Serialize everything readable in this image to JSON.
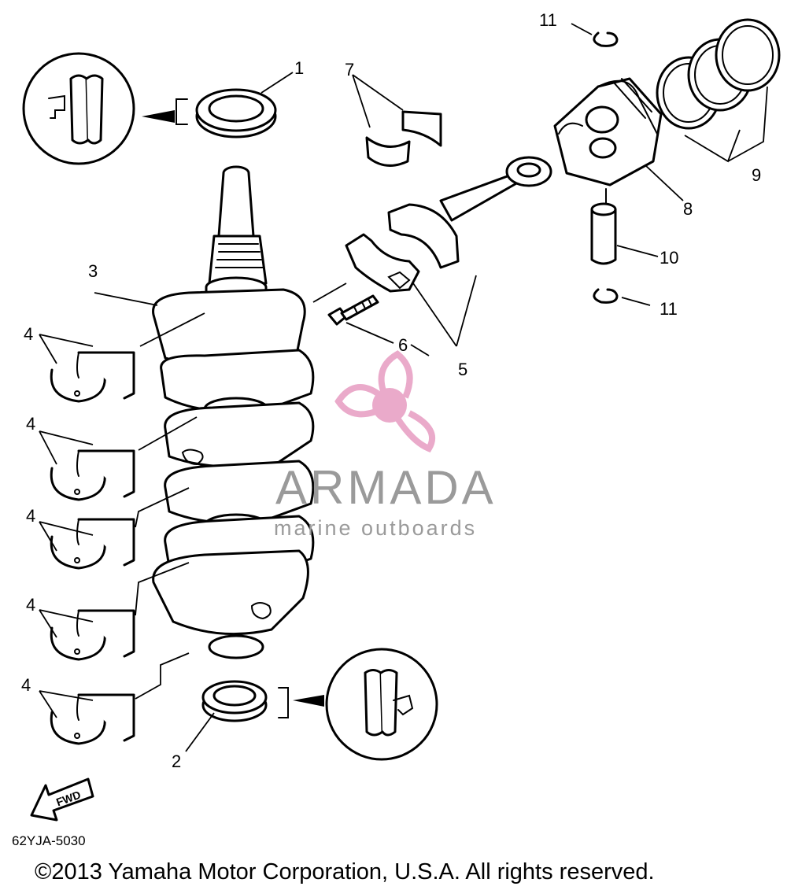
{
  "callouts": {
    "oil_seal_top": "1",
    "oil_seal_bottom": "2",
    "crankshaft": "3",
    "bearing": "4",
    "connecting_rod": "5",
    "bolt": "6",
    "rod_bearing": "7",
    "piston": "8",
    "piston_rings": "9",
    "piston_pin": "10",
    "circlip": "11"
  },
  "fwd_label": "FWD",
  "diagram_code": "62YJA-5030",
  "copyright": "©2013 Yamaha Motor Corporation, U.S.A. All rights reserved.",
  "watermark": {
    "brand": "ARMADA",
    "tagline": "marine outboards",
    "colors": {
      "logo_pink": "#e9a6c8",
      "text_gray": "#9a9a9a"
    }
  },
  "colors": {
    "ink": "#000000",
    "background": "#ffffff"
  }
}
